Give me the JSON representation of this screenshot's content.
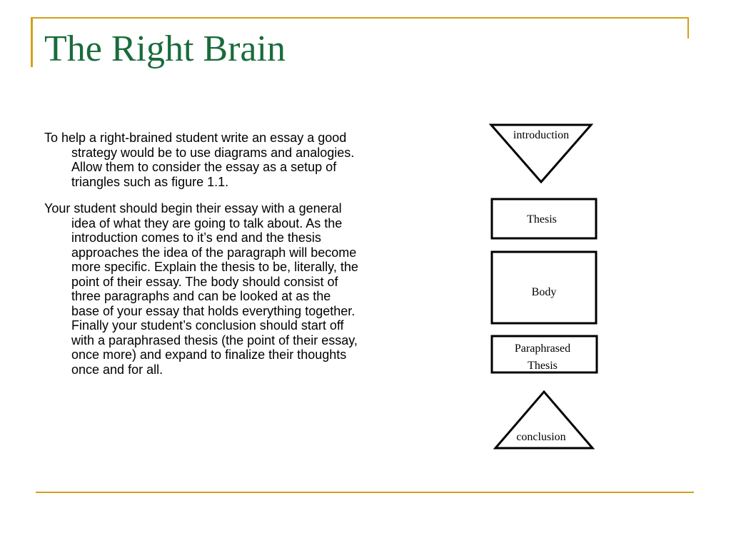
{
  "slide": {
    "title": "The Right Brain",
    "paragraphs": [
      "To help a right-brained student write an essay a good strategy would be to use diagrams and analogies. Allow them to consider the essay as a setup of triangles such as figure 1.1.",
      "Your student should begin their essay with a general idea of what they are going to talk about. As the introduction comes to it’s end and the thesis approaches the idea of the paragraph will become more specific. Explain the thesis to be, literally, the point of their essay. The body should consist of three paragraphs and can be looked at as the base of your essay that holds everything together. Finally your student’s conclusion should start off with a paraphrased thesis (the point of their essay, once more) and expand to finalize their thoughts once and for all."
    ]
  },
  "diagram": {
    "introduction": "introduction",
    "thesis": "Thesis",
    "body": "Body",
    "paraphrased_line1": "Paraphrased",
    "paraphrased_line2": "Thesis",
    "conclusion": "conclusion"
  },
  "colors": {
    "title": "#1a6b3c",
    "frame": "#d4a019"
  }
}
